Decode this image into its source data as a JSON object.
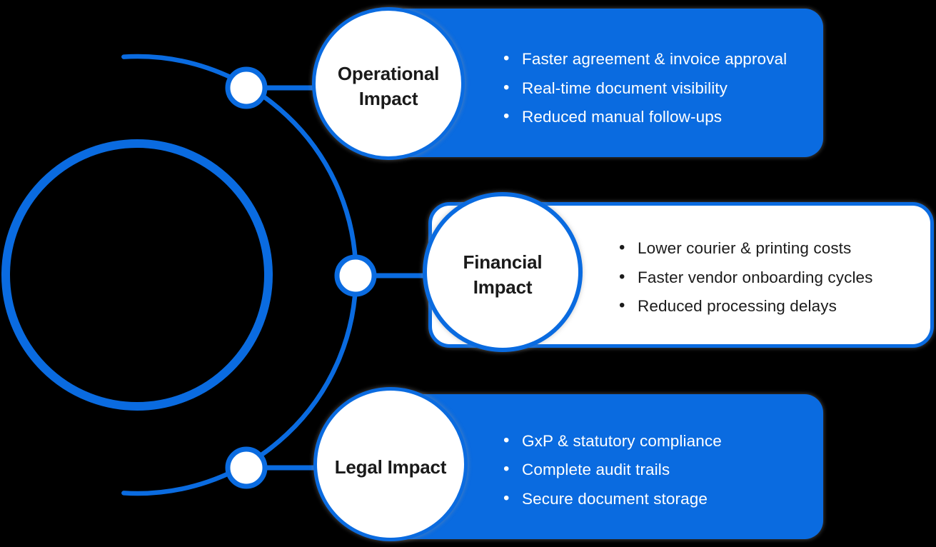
{
  "background": "#000000",
  "colors": {
    "accent_blue": "#0a6be0",
    "card_blue_bg": "#0a6be0",
    "card_white_bg": "#ffffff",
    "text_on_blue": "#ffffff",
    "text_dark": "#1a1a1a",
    "node_fill": "#ffffff"
  },
  "diagram": {
    "hub_circle": {
      "description": "large empty hub ring on left"
    },
    "orbit_arc": {
      "description": "arc connecting three nodes around hub"
    },
    "nodes": [
      "operational-node",
      "financial-node",
      "legal-node"
    ]
  },
  "sections": [
    {
      "id": "operational",
      "title": "Operational Impact",
      "style": "blue",
      "bullets": [
        "Faster agreement & invoice approval",
        "Real-time document visibility",
        "Reduced manual follow-ups"
      ]
    },
    {
      "id": "financial",
      "title": "Financial Impact",
      "style": "white",
      "bullets": [
        "Lower courier & printing costs",
        "Faster vendor onboarding cycles",
        "Reduced processing delays"
      ]
    },
    {
      "id": "legal",
      "title": "Legal Impact",
      "style": "blue",
      "bullets": [
        "GxP & statutory compliance",
        "Complete audit trails",
        "Secure document storage"
      ]
    }
  ]
}
